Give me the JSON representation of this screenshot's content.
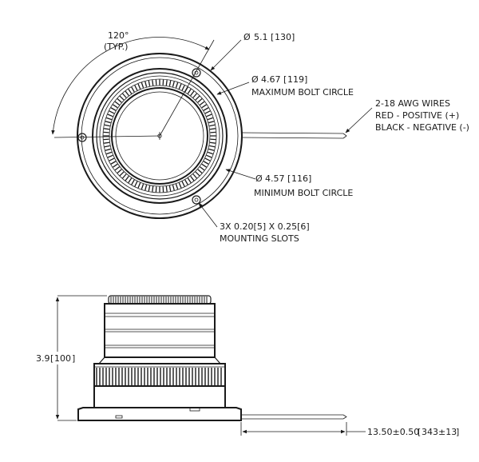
{
  "top_view": {
    "angle_value": "120°",
    "angle_note": "(TYP.)",
    "diam_outer_symbol": "Ø",
    "diam_outer": "5.1",
    "diam_outer_mm": "130",
    "bolt_max_symbol": "Ø",
    "bolt_max": "4.67",
    "bolt_max_mm": "119",
    "bolt_max_label": "MAXIMUM BOLT CIRCLE",
    "bolt_min_symbol": "Ø",
    "bolt_min": "4.57",
    "bolt_min_mm": "116",
    "bolt_min_label": "MINIMUM BOLT CIRCLE",
    "wires_line1": "2-18 AWG WIRES",
    "wires_line2": "RED - POSITIVE (+)",
    "wires_line3": "BLACK - NEGATIVE (-)",
    "slots_line1": "3X 0.20[5] X 0.25[6]",
    "slots_line2": "MOUNTING SLOTS"
  },
  "side_view": {
    "height_in": "3.9",
    "height_mm": "100",
    "wire_len": "13.50±0.50",
    "wire_len_mm": "343±13"
  }
}
